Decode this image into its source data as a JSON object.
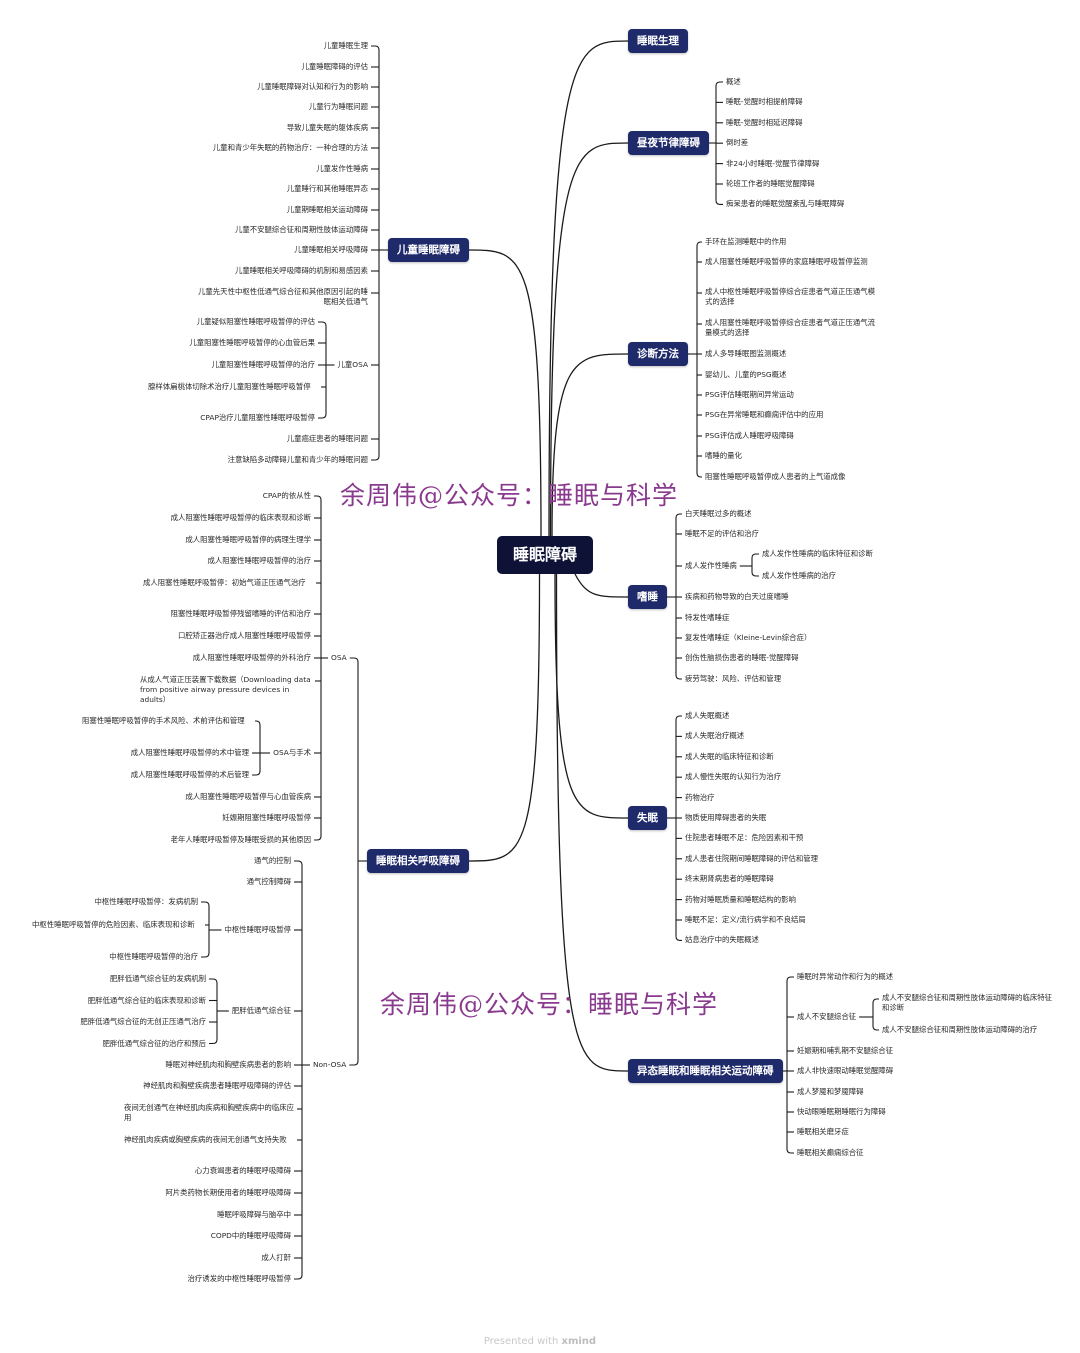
{
  "root": {
    "label": "睡眠障碍"
  },
  "colors": {
    "root_fill": "#0d1236",
    "topic_fill": "#1f2a6b",
    "line": "#1a1a1a",
    "watermark": "#8a3a8e"
  },
  "watermark": {
    "text": "余周伟@公众号：睡眠与科学"
  },
  "footer": {
    "prefix": "Presented with ",
    "brand": "xmind"
  },
  "branches": {
    "physiology": {
      "label": "睡眠生理"
    },
    "circadian": {
      "label": "昼夜节律障碍",
      "children": [
        "概述",
        "睡眠-觉醒时相提前障碍",
        "睡眠-觉醒时相延迟障碍",
        "倒时差",
        "非24小时睡眠-觉醒节律障碍",
        "轮班工作者的睡眠觉醒障碍",
        "痴呆患者的睡眠觉醒紊乱与睡眠障碍"
      ]
    },
    "diagnosis": {
      "label": "诊断方法",
      "children": [
        "手环在监测睡眠中的作用",
        "成人阻塞性睡眠呼吸暂停的家庭睡眠呼吸暂停监测",
        "成人中枢性睡眠呼吸暂停综合症患者气道正压通气模式的选择",
        "成人阻塞性睡眠呼吸暂停综合症患者气道正压通气流量模式的选择",
        "成人多导睡眠图监测概述",
        "婴幼儿、儿童的PSG概述",
        "PSG评估睡眠期间异常运动",
        "PSG在异常睡眠和癫痫评估中的应用",
        "PSG评估成人睡眠呼吸障碍",
        "嗜睡的量化",
        "阻塞性睡眠呼吸暂停成人患者的上气道成像"
      ]
    },
    "hypersomnia": {
      "label": "嗜睡",
      "children": [
        "白天睡眠过多的概述",
        "睡眠不足的评估和治疗",
        "成人发作性睡病",
        "疾病和药物导致的白天过度嗜睡",
        "特发性嗜睡症",
        "复发性嗜睡症（Kleine-Levin综合症）",
        "创伤性脑损伤患者的睡眠-觉醒障碍",
        "疲劳驾驶：风险、评估和管理"
      ],
      "narcolepsy_children": [
        "成人发作性睡病的临床特征和诊断",
        "成人发作性睡病的治疗"
      ]
    },
    "insomnia": {
      "label": "失眠",
      "children": [
        "成人失眠概述",
        "成人失眠治疗概述",
        "成人失眠的临床特征和诊断",
        "成人慢性失眠的认知行为治疗",
        "药物治疗",
        "物质使用障碍患者的失眠",
        "住院患者睡眠不足：危险因素和干预",
        "成人患者住院期间睡眠障碍的评估和管理",
        "终末期肾病患者的睡眠障碍",
        "药物对睡眠质量和睡眠结构的影响",
        "睡眠不足：定义/流行病学和不良结局",
        "姑息治疗中的失眠概述"
      ]
    },
    "parasomnia": {
      "label": "异态睡眠和睡眠相关运动障碍",
      "children": [
        "睡眠时异常动作和行为的概述",
        "成人不安腿综合征",
        "妊娠期和哺乳期不安腿综合征",
        "成人非快速眼动睡眠觉醒障碍",
        "成人梦魇和梦魇障碍",
        "快动眼睡眠期睡眠行为障碍",
        "睡眠相关磨牙症",
        "睡眠相关癫痫综合征"
      ],
      "rls_children": [
        "成人不安腿综合征和周期性肢体运动障碍的临床特征和诊断",
        "成人不安腿综合征和周期性肢体运动障碍的治疗"
      ]
    },
    "pediatric": {
      "label": "儿童睡眠障碍",
      "children": [
        "儿童睡眠生理",
        "儿童睡眠障碍的评估",
        "儿童睡眠障碍对认知和行为的影响",
        "儿童行为睡眠问题",
        "导致儿童失眠的躯体疾病",
        "儿童和青少年失眠的药物治疗：一种合理的方法",
        "儿童发作性睡病",
        "儿童睡行和其他睡眠异态",
        "儿童期睡眠相关运动障碍",
        "儿童不安腿综合征和周期性肢体运动障碍",
        "儿童睡眠相关呼吸障碍",
        "儿童睡眠相关呼吸障碍的机制和易感因素",
        "儿童先天性中枢性低通气综合征和其他原因引起的睡眠相关低通气",
        "儿童OSA",
        "儿童癌症患者的睡眠问题",
        "注意缺陷多动障碍儿童和青少年的睡眠问题"
      ],
      "osa_children": [
        "儿童疑似阻塞性睡眠呼吸暂停的评估",
        "儿童阻塞性睡眠呼吸暂停的心血管后果",
        "儿童阻塞性睡眠呼吸暂停的治疗",
        "腺样体扁桃体切除术治疗儿童阻塞性睡眠呼吸暂停",
        "CPAP治疗儿童阻塞性睡眠呼吸暂停"
      ]
    },
    "breathing": {
      "label": "睡眠相关呼吸障碍",
      "osa": {
        "label": "OSA",
        "children": [
          "CPAP的依从性",
          "成人阻塞性睡眠呼吸暂停的临床表现和诊断",
          "成人阻塞性睡眠呼吸暂停的病理生理学",
          "成人阻塞性睡眠呼吸暂停的治疗",
          "成人阻塞性睡眠呼吸暂停：初始气道正压通气治疗",
          "阻塞性睡眠呼吸暂停残留嗜睡的评估和治疗",
          "口腔矫正器治疗成人阻塞性睡眠呼吸暂停",
          "成人阻塞性睡眠呼吸暂停的外科治疗",
          "从成人气道正压装置下载数据（Downloading data from positive airway pressure devices in adults）",
          "OSA与手术",
          "成人阻塞性睡眠呼吸暂停与心血管疾病",
          "妊娠期阻塞性睡眠呼吸暂停",
          "老年人睡眠呼吸暂停及睡眠受损的其他原因"
        ],
        "surgery_children": [
          "阻塞性睡眠呼吸暂停的手术风险、术前评估和管理",
          "成人阻塞性睡眠呼吸暂停的术中管理",
          "成人阻塞性睡眠呼吸暂停的术后管理"
        ]
      },
      "non_osa": {
        "label": "Non-OSA",
        "children": [
          "通气的控制",
          "通气控制障碍",
          "中枢性睡眠呼吸暂停",
          "肥胖低通气综合征",
          "睡眠对神经肌肉和胸壁疾病患者的影响",
          "神经肌肉和胸壁疾病患者睡眠呼吸障碍的评估",
          "夜间无创通气在神经肌肉疾病和胸壁疾病中的临床应用",
          "神经肌肉疾病或胸壁疾病的夜间无创通气支持失败",
          "心力衰竭患者的睡眠呼吸障碍",
          "阿片类药物长期使用者的睡眠呼吸障碍",
          "睡眠呼吸障碍与脑卒中",
          "COPD中的睡眠呼吸障碍",
          "成人打鼾",
          "治疗诱发的中枢性睡眠呼吸暂停"
        ],
        "csa_children": [
          "中枢性睡眠呼吸暂停：发病机制",
          "中枢性睡眠呼吸暂停的危险因素、临床表现和诊断",
          "中枢性睡眠呼吸暂停的治疗"
        ],
        "ohs_children": [
          "肥胖低通气综合征的发病机制",
          "肥胖低通气综合征的临床表现和诊断",
          "肥胖低通气综合征的无创正压通气治疗",
          "肥胖低通气综合征的治疗和预后"
        ]
      }
    }
  }
}
